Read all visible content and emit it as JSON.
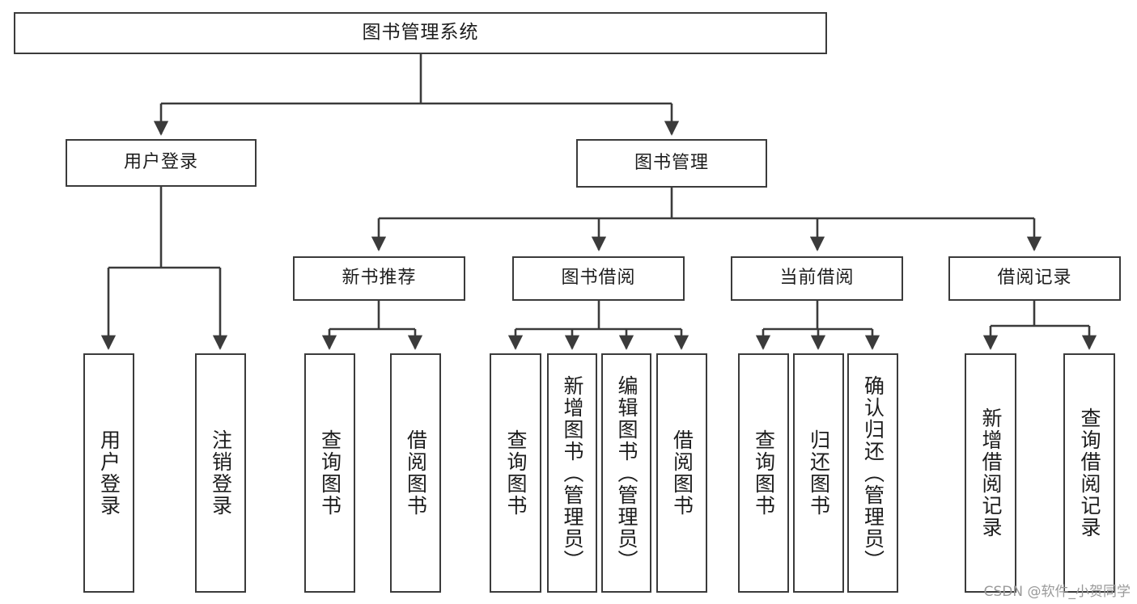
{
  "diagram": {
    "title": "图书管理系统",
    "type": "hierarchy-tree",
    "stroke_color": "#3b3b3b",
    "text_color": "#1d1d1d",
    "background_color": "#ffffff"
  },
  "watermark": {
    "text": "CSDN @软件_小贺同学",
    "color": "#9a9a9a"
  },
  "nodes": {
    "root": {
      "label": "图书管理系统"
    },
    "level2": [
      {
        "label": "用户登录"
      },
      {
        "label": "图书管理"
      }
    ],
    "level3": [
      {
        "label": "新书推荐"
      },
      {
        "label": "图书借阅"
      },
      {
        "label": "当前借阅"
      },
      {
        "label": "借阅记录"
      }
    ],
    "leaves_user_login": [
      {
        "label": "用户登录"
      },
      {
        "label": "注销登录"
      }
    ],
    "leaves_new_book": [
      {
        "label": "查询图书"
      },
      {
        "label": "借阅图书"
      }
    ],
    "leaves_borrow": [
      {
        "label": "查询图书"
      },
      {
        "label": "新增图书（管理员）"
      },
      {
        "label": "编辑图书（管理员）"
      },
      {
        "label": "借阅图书"
      }
    ],
    "leaves_current": [
      {
        "label": "查询图书"
      },
      {
        "label": "归还图书"
      },
      {
        "label": "确认归还（管理员）"
      }
    ],
    "leaves_records": [
      {
        "label": "新增借阅记录"
      },
      {
        "label": "查询借阅记录"
      }
    ]
  }
}
